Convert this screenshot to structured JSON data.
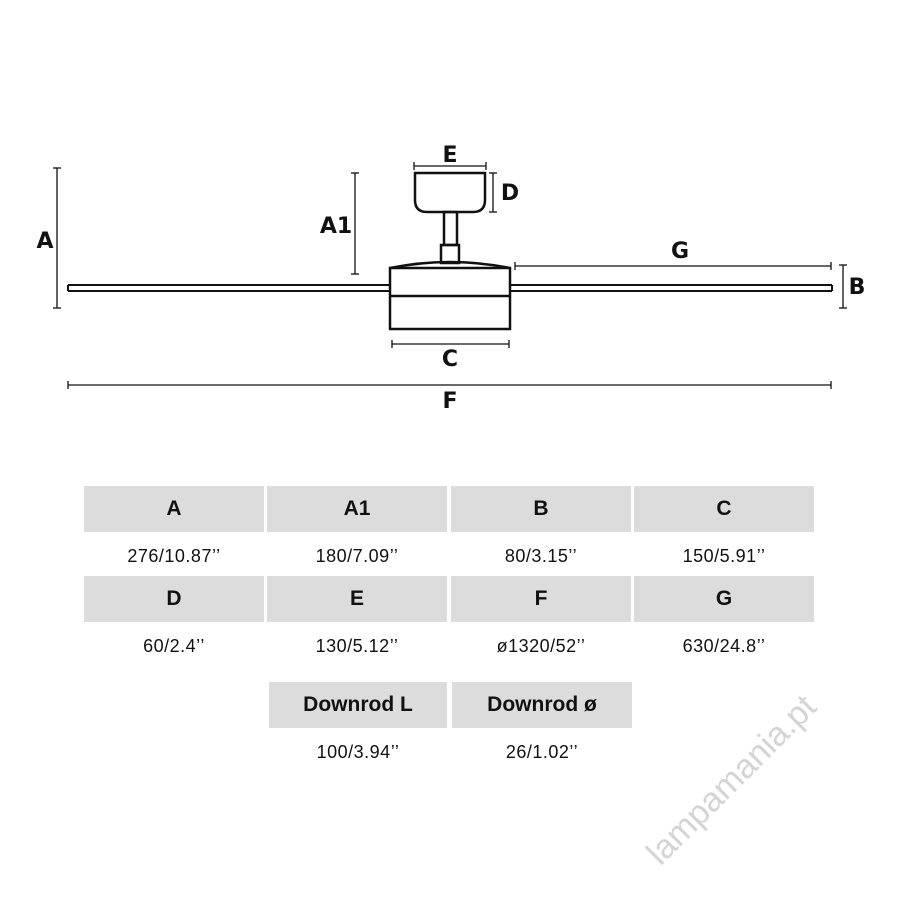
{
  "diagram": {
    "labels": {
      "A": "A",
      "A1": "A1",
      "B": "B",
      "C": "C",
      "D": "D",
      "E": "E",
      "F": "F",
      "G": "G"
    }
  },
  "watermark": "lampamania.pt",
  "table": {
    "rows": [
      [
        {
          "h": "A",
          "v": "276/10.87’’"
        },
        {
          "h": "A1",
          "v": "180/7.09’’"
        },
        {
          "h": "B",
          "v": "80/3.15’’"
        },
        {
          "h": "C",
          "v": "150/5.91’’"
        }
      ],
      [
        {
          "h": "D",
          "v": "60/2.4’’"
        },
        {
          "h": "E",
          "v": "130/5.12’’"
        },
        {
          "h": "F",
          "v": "ø1320/52’’"
        },
        {
          "h": "G",
          "v": "630/24.8’’"
        }
      ],
      [
        {
          "h": "Downrod L",
          "v": "100/3.94’’"
        },
        {
          "h": "Downrod ø",
          "v": "26/1.02’’"
        }
      ]
    ]
  }
}
